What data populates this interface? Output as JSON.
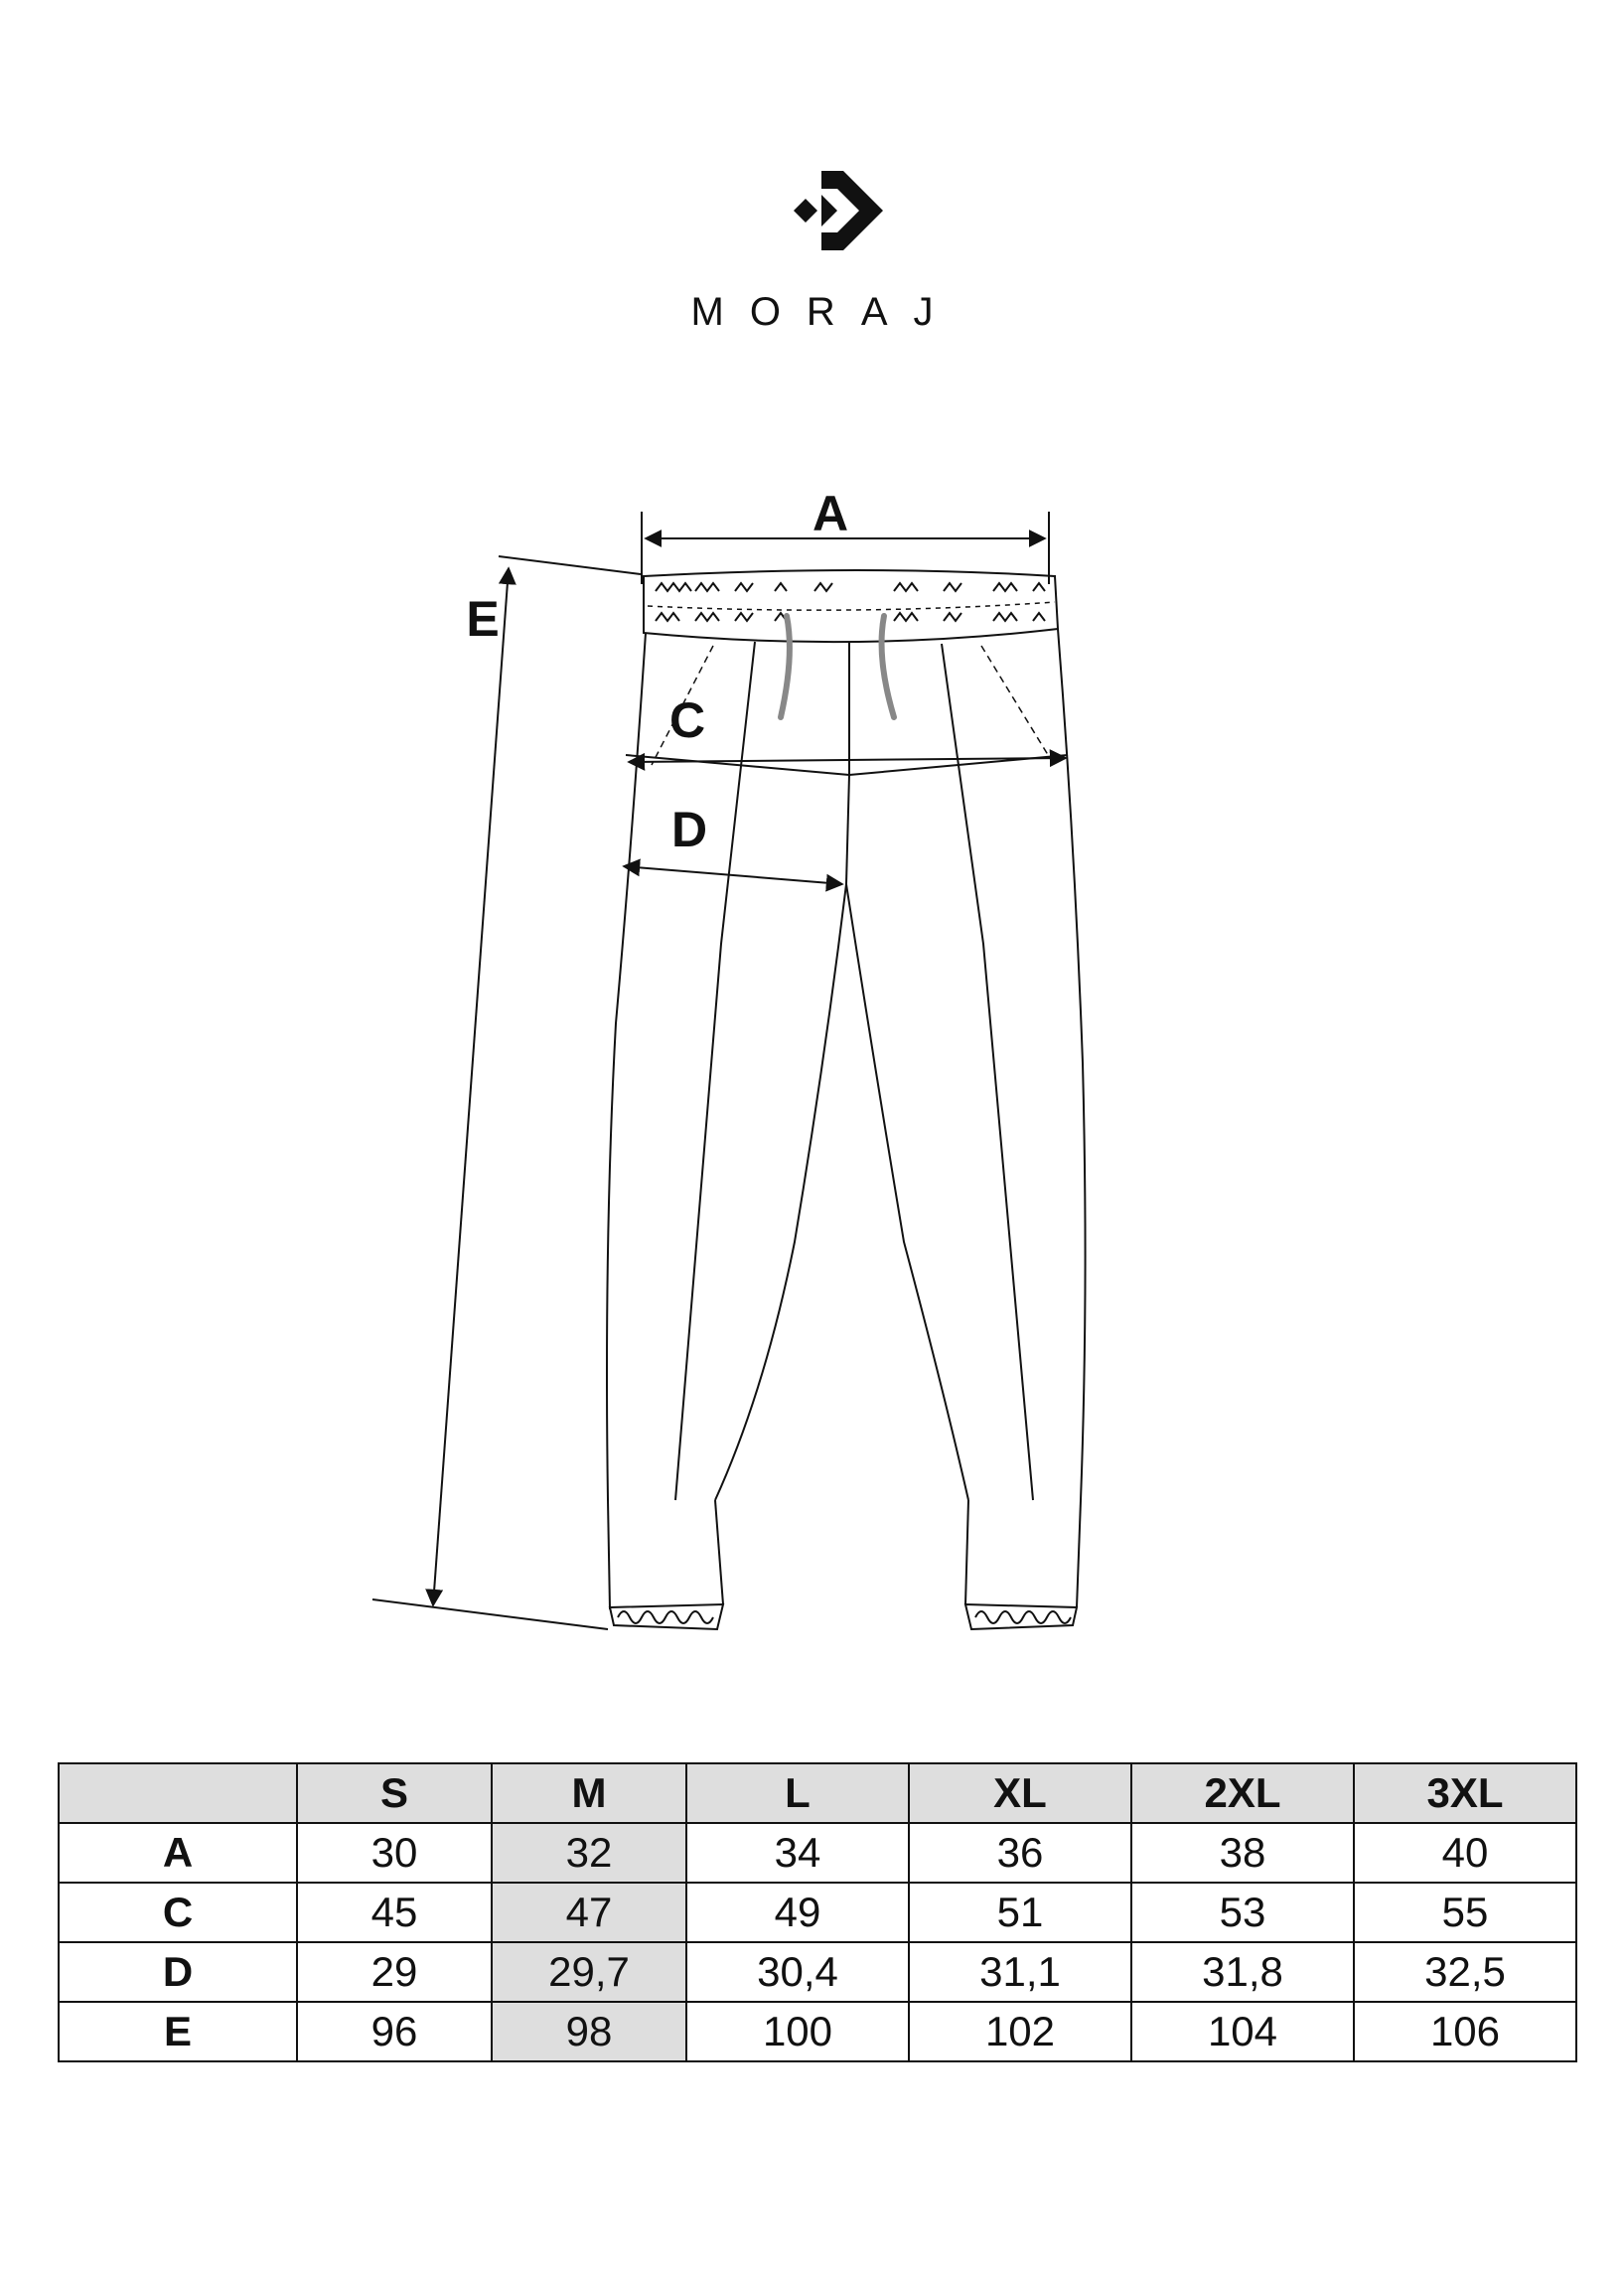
{
  "brand": {
    "name": "MORAJ",
    "logo_icon": "moraj-diamond-arrow-logo"
  },
  "diagram": {
    "labels": {
      "A": "A",
      "C": "C",
      "D": "D",
      "E": "E"
    },
    "colors": {
      "line": "#111111",
      "drawstring": "#888888"
    }
  },
  "size_table": {
    "corner": "",
    "sizes": [
      "S",
      "M",
      "L",
      "XL",
      "2XL",
      "3XL"
    ],
    "highlight_size": "M",
    "highlight_color": "#dedede",
    "rows": [
      {
        "label": "A",
        "values": [
          "30",
          "32",
          "34",
          "36",
          "38",
          "40"
        ]
      },
      {
        "label": "C",
        "values": [
          "45",
          "47",
          "49",
          "51",
          "53",
          "55"
        ]
      },
      {
        "label": "D",
        "values": [
          "29",
          "29,7",
          "30,4",
          "31,1",
          "31,8",
          "32,5"
        ]
      },
      {
        "label": "E",
        "values": [
          "96",
          "98",
          "100",
          "102",
          "104",
          "106"
        ]
      }
    ]
  }
}
